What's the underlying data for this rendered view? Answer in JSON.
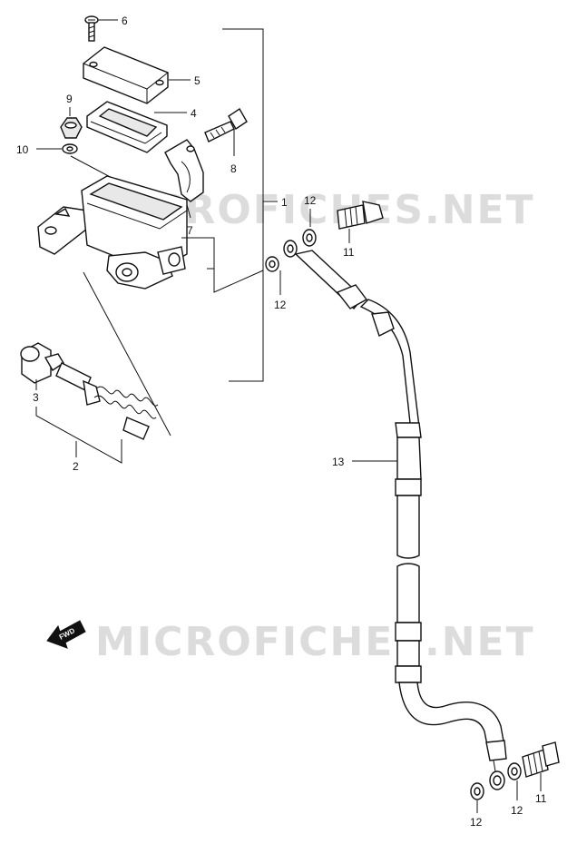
{
  "watermark": "MICROFICHES.NET",
  "fwd_label": "FWD",
  "callouts": {
    "n1": "1",
    "n2": "2",
    "n3": "3",
    "n4": "4",
    "n5": "5",
    "n6": "6",
    "n7": "7",
    "n8": "8",
    "n9": "9",
    "n10": "10",
    "n11a": "11",
    "n11b": "11",
    "n12a": "12",
    "n12b": "12",
    "n12c": "12",
    "n12d": "12",
    "n13": "13"
  }
}
